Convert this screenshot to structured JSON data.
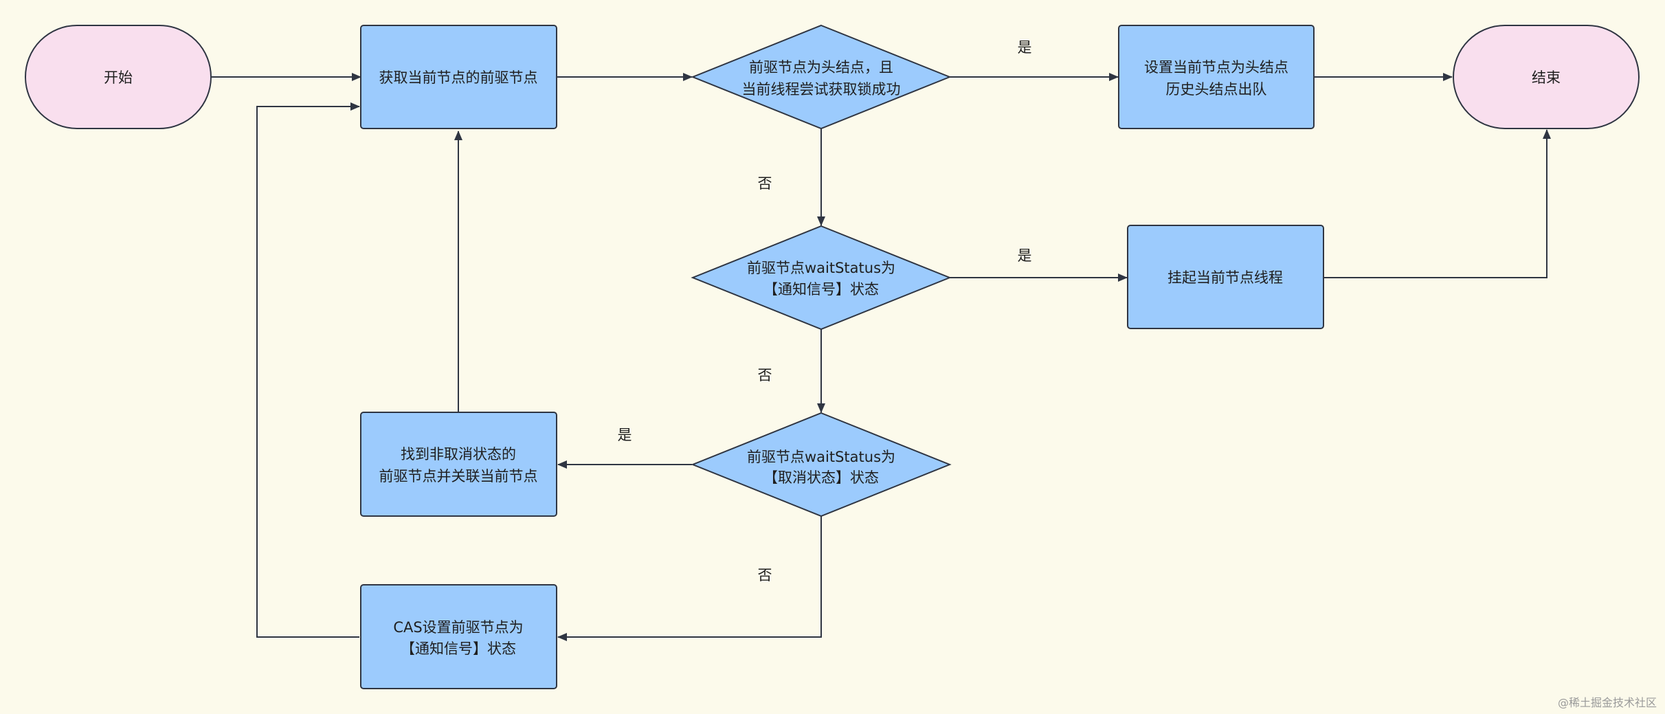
{
  "nodes": {
    "start": {
      "lines": [
        "开始"
      ]
    },
    "get_prev": {
      "lines": [
        "获取当前节点的前驱节点"
      ]
    },
    "check_head": {
      "lines": [
        "前驱节点为头结点，且",
        "当前线程尝试获取锁成功"
      ]
    },
    "set_head": {
      "lines": [
        "设置当前节点为头结点",
        "历史头结点出队"
      ]
    },
    "end": {
      "lines": [
        "结束"
      ]
    },
    "check_signal": {
      "lines": [
        "前驱节点waitStatus为",
        "【通知信号】状态"
      ]
    },
    "park": {
      "lines": [
        "挂起当前节点线程"
      ]
    },
    "check_cancel": {
      "lines": [
        "前驱节点waitStatus为",
        "【取消状态】状态"
      ]
    },
    "find_prev": {
      "lines": [
        "找到非取消状态的",
        "前驱节点并关联当前节点"
      ]
    },
    "cas_set": {
      "lines": [
        "CAS设置前驱节点为",
        "【通知信号】状态"
      ]
    }
  },
  "edge_labels": {
    "yes_1": "是",
    "no_1": "否",
    "yes_2": "是",
    "no_2": "否",
    "yes_3": "是",
    "no_3": "否"
  },
  "watermark": "@稀土掘金技术社区",
  "colors": {
    "background": "#fcfaeb",
    "terminal_fill": "#f9dfee",
    "process_fill": "#9ccbfd",
    "stroke": "#2f3542"
  }
}
